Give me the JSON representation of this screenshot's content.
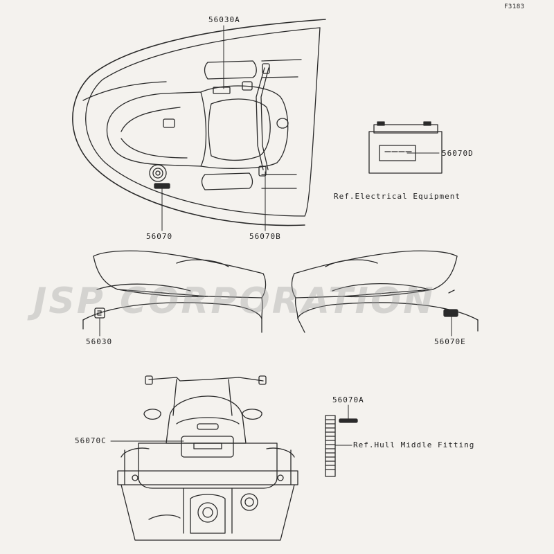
{
  "figure": {
    "code": "F3183"
  },
  "watermark": {
    "text": "JSP CORPORATION"
  },
  "callouts": {
    "top_handlebar": "56030A",
    "top_deck": "56070",
    "top_steering": "56070B",
    "battery": "56070D",
    "seat_left": "56030",
    "seat_right": "56070E",
    "rear_deck": "56070C",
    "hull_fitting": "56070A"
  },
  "references": {
    "electrical": "Ref.Electrical Equipment",
    "hull": "Ref.Hull Middle Fitting"
  }
}
